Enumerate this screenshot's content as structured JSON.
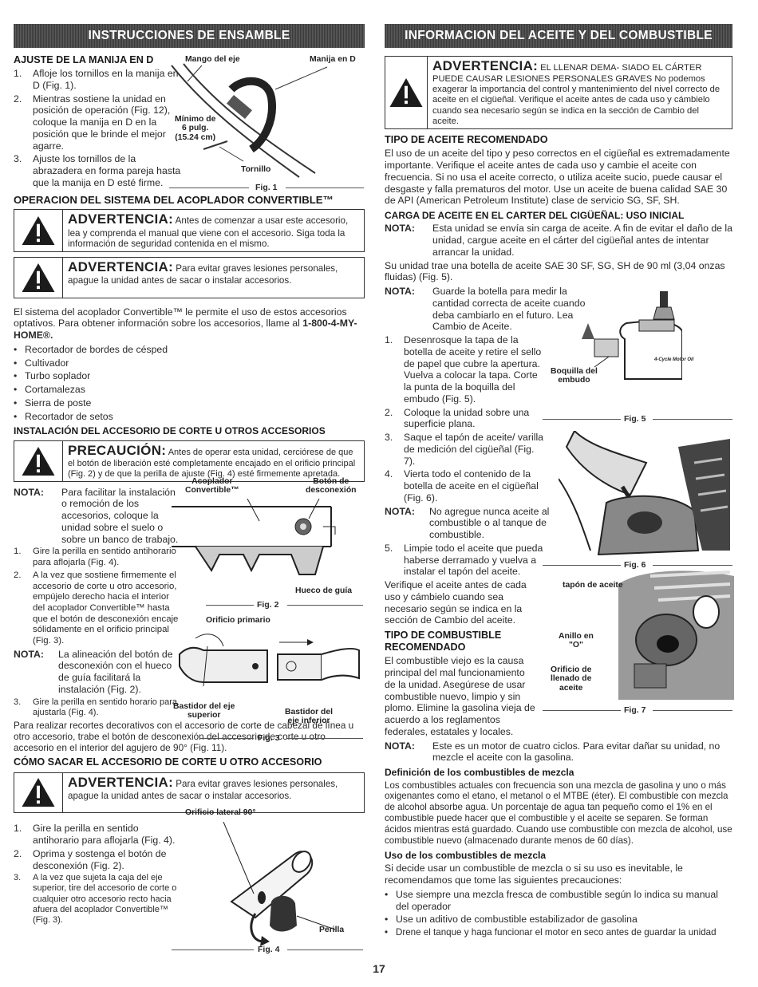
{
  "left": {
    "banner": "INSTRUCCIONES DE ENSAMBLE",
    "adjust_heading": "AJUSTE DE LA MANIJA EN D",
    "adjust_steps": [
      "Afloje los tornillos en la manija en D (Fig. 1).",
      "Mientras sostiene la unidad en posición de operación (Fig. 12), coloque la manija en D en la posición que le brinde el mejor agarre.",
      "Ajuste los tornillos de la abrazadera en forma pareja hasta que la manija en D esté firme."
    ],
    "fig1": {
      "label_shaft": "Mango del eje",
      "label_handle": "Manija en D",
      "label_min": "Mínimo de\n6 pulg.\n(15.24 cm)",
      "label_screw": "Tornillo",
      "caption": "Fig. 1"
    },
    "coupler_heading": "OPERACION DEL SISTEMA DEL ACOPLADOR CONVERTIBLE™",
    "warning1_label": "ADVERTENCIA:",
    "warning1_text": "Antes de comenzar a usar este accesorio, lea y comprenda el manual que viene con el accesorio. Siga toda la información de seguridad contenida en el mismo.",
    "warning2_label": "ADVERTENCIA:",
    "warning2_text": "Para evitar graves lesiones personales, apague la unidad antes de sacar o instalar accesorios.",
    "intro_text": "El sistema del acoplador Convertible™ le permite el uso de estos accesorios optativos. Para obtener información sobre los accesorios, llame al",
    "phone": "1-800-4-MY-HOME®.",
    "accessories": [
      "Recortador de bordes de césped",
      "Cultivador",
      "Turbo soplador",
      "Cortamalezas",
      "Sierra de poste",
      "Recortador de setos"
    ],
    "install_heading": "INSTALACIÓN DEL ACCESORIO DE CORTE U OTROS ACCESORIOS",
    "caution_label": "PRECAUCIÓN:",
    "caution_text": "Antes de operar esta unidad, cerciórese de que el botón de liberación esté completamente encajado en el orificio principal (Fig. 2) y de que la perilla de ajuste (Fig. 4) esté firmemente apretada.",
    "nota_label": "NOTA:",
    "install_nota1": "Para facilitar la instalación o remoción de los accesorios, coloque la unidad sobre el suelo o sobre un banco de trabajo.",
    "install_steps_a": [
      "Gire la perilla en sentido antihorario para aflojarla (Fig. 4).",
      "A la vez que sostiene firmemente el accesorio de corte u otro accesorio, empújelo derecho hacia el interior del acoplador Convertible™ hasta que el botón de desconexión encaje sólidamente en el orificio principal (Fig. 3)."
    ],
    "install_nota2": "La alineación del botón de desconexión con el hueco de guía facilitará la instalación (Fig. 2).",
    "install_step3": "Gire la perilla en sentido horario para ajustarla (Fig. 4).",
    "decor_text": "Para realizar recortes decorativos con el accesorio de corte de cabezal de línea u otro accesorio, trabe el botón de desconexión del accesorio de corte u otro accesorio en el interior del agujero de 90° (Fig. 11).",
    "fig2": {
      "label_coupler": "Acoplador\nConvertible™",
      "label_button": "Botón de\ndesconexión",
      "label_guide": "Hueco de guía",
      "label_hole": "Orificio primario",
      "caption": "Fig. 2"
    },
    "fig3": {
      "label_upper": "Bastidor del eje\nsuperior",
      "label_lower": "Bastidor del\neje inferior",
      "caption": "Fig. 3"
    },
    "remove_heading": "CÓMO SACAR EL ACCESORIO DE CORTE U OTRO ACCESORIO",
    "warning3_label": "ADVERTENCIA:",
    "warning3_text": "Para evitar graves lesiones personales, apague la unidad antes de sacar o instalar accesorios.",
    "remove_steps": [
      "Gire la perilla en sentido antihorario para aflojarla (Fig. 4).",
      "Oprima y sostenga el botón de desconexión (Fig. 2).",
      "A la vez que sujeta la caja del eje superior, tire del accesorio de corte o cualquier otro accesorio recto hacia afuera del acoplador Convertible™ (Fig. 3)."
    ],
    "fig4": {
      "label_side": "Orificio lateral 90°",
      "label_knob": "Perilla",
      "caption": "Fig. 4"
    }
  },
  "right": {
    "banner": "INFORMACION DEL ACEITE Y DEL COMBUSTIBLE",
    "warning_label": "ADVERTENCIA:",
    "warning_text": "EL LLENAR DEMA- SIADO EL CÁRTER PUEDE CAUSAR LESIONES PERSONALES GRAVES No podemos exagerar la importancia del control y mantenimiento del nivel correcto de aceite en el cigüeñal. Verifique el aceite antes de cada uso y cámbielo cuando sea necesario según se indica en la sección de Cambio del aceite.",
    "oil_type_heading": "TIPO DE ACEITE RECOMENDADO",
    "oil_type_text": "El uso de un aceite del tipo y peso correctos en el cigüeñal es extremadamente importante. Verifique el aceite antes de cada uso y cambie el aceite con frecuencia. Si no usa el aceite correcto, o utiliza aceite sucio, puede causar el desgaste y falla prematuros del motor. Use un aceite de buena calidad SAE 30 de API (American Petroleum Institute) clase de servicio SG, SF, SH.",
    "oil_load_heading": "CARGA DE ACEITE EN EL CARTER DEL CIGÜEÑAL: USO INICIAL",
    "nota_label": "NOTA:",
    "oil_load_nota": "Esta unidad se envía sin carga de aceite. A fin de evitar el daño de la unidad, cargue aceite en el cárter del cigüeñal antes de intentar arrancar la unidad.",
    "bottle_text": "Su unidad trae una botella de aceite SAE 30 SF, SG, SH de 90 ml (3,04 onzas fluidas) (Fig. 5).",
    "bottle_nota": "Guarde la botella para medir la cantidad correcta de aceite cuando deba cambiarlo en el futuro. Lea Cambio de Aceite.",
    "oil_steps_a": [
      "Desenrosque la tapa de la botella de aceite y retire el sello de papel que cubre la apertura. Vuelva a colocar la tapa. Corte la punta de la boquilla del embudo (Fig. 5).",
      "Coloque la unidad sobre una superficie plana.",
      "Saque el tapón de aceite/ varilla de medición del cigüeñal (Fig. 7).",
      "Vierta todo el contenido de la botella de aceite en el cigüeñal (Fig. 6)."
    ],
    "oil_nota": "No agregue nunca aceite al combustible o al tanque de combustible.",
    "oil_step5": "Limpie todo el aceite que pueda haberse derramado y vuelva a instalar el tapón del aceite.",
    "check_text": "Verifique el aceite antes de cada uso y cámbielo cuando sea necesario según se indica en la sección de Cambio del aceite.",
    "fuel_heading": "TIPO DE COMBUSTIBLE RECOMENDADO",
    "fuel_text": "El combustible viejo es la causa principal del mal funcionamiento de la unidad. Asegúrese de usar combustible nuevo, limpio y sin plomo. Elimine la gasolina vieja de acuerdo a los reglamentos federales, estatales y locales.",
    "fuel_nota": "Este es un motor de cuatro ciclos. Para evitar dañar su unidad, no mezcle el aceite con la gasolina.",
    "mix_def_heading": "Definición de los combustibles de mezcla",
    "mix_def_text": "Los combustibles actuales con frecuencia son una mezcla de gasolina y uno o más oxigenantes como el etano, el metanol o el MTBE (éter). El combustible con mezcla de alcohol absorbe agua. Un porcentaje de agua tan pequeño como el 1% en el combustible puede hacer que el combustible y el aceite se separen. Se forman ácidos mientras está guardado. Cuando use combustible con mezcla de alcohol, use combustible nuevo (almacenado durante menos de 60 días).",
    "mix_use_heading": "Uso de los combustibles de mezcla",
    "mix_use_text": "Si decide usar un combustible de mezcla o si su uso es inevitable, le recomendamos que tome las siguientes precauciones:",
    "mix_bullets": [
      "Use siempre una mezcla fresca de combustible según lo indica su manual del operador",
      "Use un aditivo de combustible estabilizador de gasolina",
      "Drene el tanque y haga funcionar el motor en seco antes de guardar la unidad"
    ],
    "fig5": {
      "label_nozzle": "Boquilla del\nembudo",
      "bottle_text": "4-Cycle Motor Oil",
      "caption": "Fig. 5"
    },
    "fig6": {
      "caption": "Fig. 6"
    },
    "fig7": {
      "label_cap": "tapón de aceite",
      "label_ring": "Anillo en\n\"O\"",
      "label_hole": "Orificio de\nllenado de\naceite",
      "caption": "Fig. 7"
    }
  },
  "page_number": "17"
}
